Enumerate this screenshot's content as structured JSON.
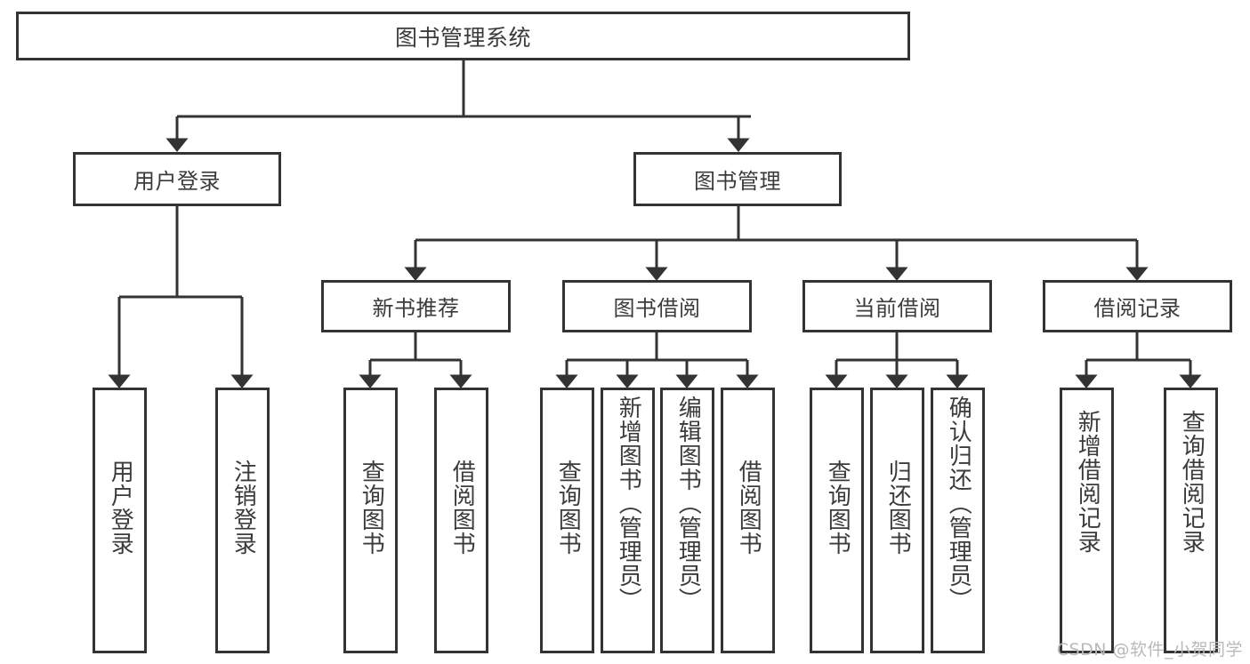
{
  "diagram": {
    "type": "hierarchy-tree",
    "title": "图书管理系统",
    "orientation": "top-down",
    "colors": {
      "box_border": "#333333",
      "box_fill": "#ffffff",
      "connector": "#333333",
      "text": "#3b3b3b",
      "watermark": "#b9b9b9",
      "background": "#ffffff"
    },
    "root": {
      "label": "图书管理系统"
    },
    "level2": [
      {
        "id": "user-login",
        "label": "用户登录"
      },
      {
        "id": "book-management",
        "label": "图书管理"
      }
    ],
    "level3": [
      {
        "id": "new-book-recommend",
        "label": "新书推荐"
      },
      {
        "id": "book-borrow",
        "label": "图书借阅"
      },
      {
        "id": "current-borrow",
        "label": "当前借阅"
      },
      {
        "id": "borrow-record",
        "label": "借阅记录"
      }
    ],
    "leaves": [
      {
        "id": "leaf-user-login",
        "label": "用户登录",
        "parent": "user-login"
      },
      {
        "id": "leaf-logout",
        "label": "注销登录",
        "parent": "user-login"
      },
      {
        "id": "leaf-query-book-1",
        "label": "查询图书",
        "parent": "new-book-recommend"
      },
      {
        "id": "leaf-borrow-book-1",
        "label": "借阅图书",
        "parent": "new-book-recommend"
      },
      {
        "id": "leaf-query-book-2",
        "label": "查询图书",
        "parent": "book-borrow"
      },
      {
        "id": "leaf-add-book",
        "label": "新增图书（管理员）",
        "parent": "book-borrow"
      },
      {
        "id": "leaf-edit-book",
        "label": "编辑图书（管理员）",
        "parent": "book-borrow"
      },
      {
        "id": "leaf-borrow-book-2",
        "label": "借阅图书",
        "parent": "book-borrow"
      },
      {
        "id": "leaf-query-book-3",
        "label": "查询图书",
        "parent": "current-borrow"
      },
      {
        "id": "leaf-return-book",
        "label": "归还图书",
        "parent": "current-borrow"
      },
      {
        "id": "leaf-confirm-return",
        "label": "确认归还（管理员）",
        "parent": "current-borrow"
      },
      {
        "id": "leaf-add-record",
        "label": "新增借阅记录",
        "parent": "borrow-record"
      },
      {
        "id": "leaf-query-record",
        "label": "查询借阅记录",
        "parent": "borrow-record"
      }
    ],
    "watermark": "CSDN @软件_小贺同学"
  }
}
